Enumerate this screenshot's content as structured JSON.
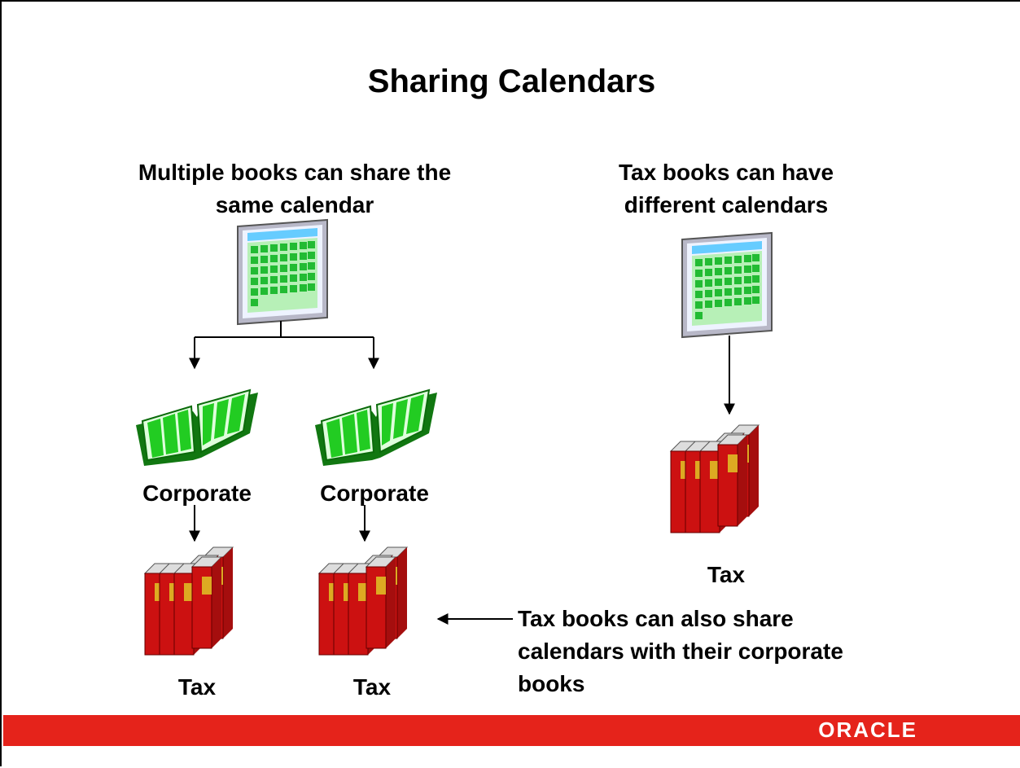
{
  "title": "Sharing Calendars",
  "left_caption": [
    "Multiple books can share the",
    "same calendar"
  ],
  "right_caption": [
    "Tax books can have",
    "different calendars"
  ],
  "corporate_labels": [
    "Corporate",
    "Corporate"
  ],
  "tax_labels": [
    "Tax",
    "Tax",
    "Tax"
  ],
  "note": [
    "Tax books can also share",
    "calendars with their corporate",
    "books"
  ],
  "footer": {
    "brand": "ORACLE",
    "bar_color": "#e5231b"
  },
  "colors": {
    "calendar_grid": "#33cc33",
    "calendar_header": "#66ccff",
    "book_green": "#22cc22",
    "tax_red": "#cc1111",
    "tax_gold": "#ddaa22"
  }
}
